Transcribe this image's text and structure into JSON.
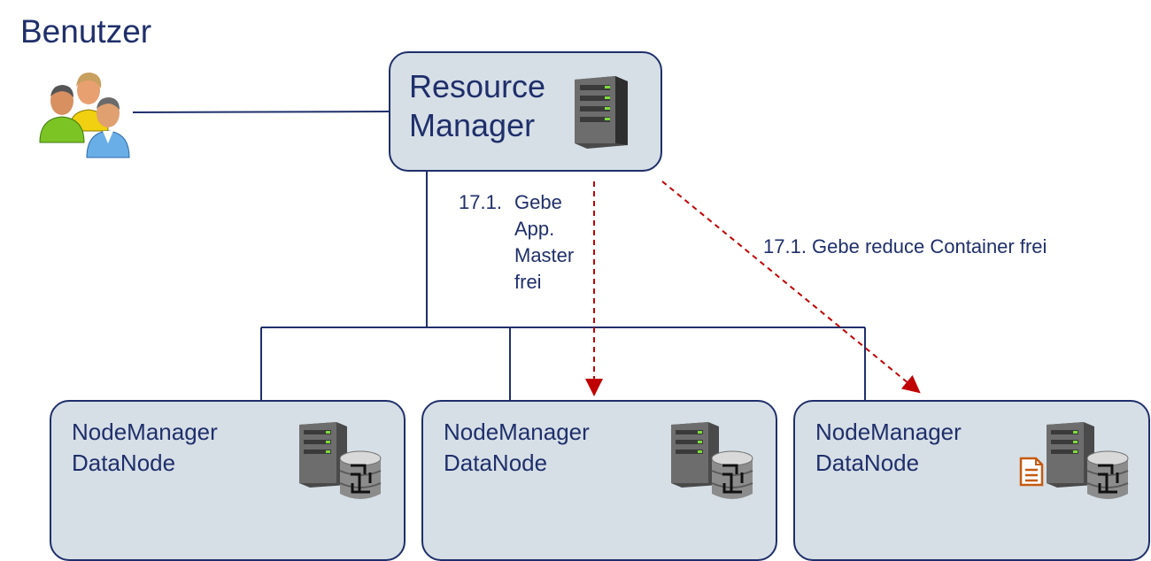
{
  "title": "Benutzer",
  "resource_manager": {
    "line1": "Resource",
    "line2": "Manager"
  },
  "node_managers": [
    {
      "line1": "NodeManager",
      "line2": "DataNode"
    },
    {
      "line1": "NodeManager",
      "line2": "DataNode"
    },
    {
      "line1": "NodeManager",
      "line2": "DataNode"
    }
  ],
  "annotations": {
    "app_master": {
      "step": "17.1.",
      "lines": [
        "Gebe",
        "App.",
        "Master",
        "frei"
      ]
    },
    "reduce": "17.1. Gebe reduce Container frei"
  },
  "colors": {
    "box_fill": "#d6dfe6",
    "border": "#1f2f6b",
    "text": "#1f2f6b",
    "arrow": "#c00000",
    "doc_icon": "#c55a11"
  },
  "icons": [
    "users-icon",
    "server-icon",
    "database-icon",
    "document-icon"
  ]
}
